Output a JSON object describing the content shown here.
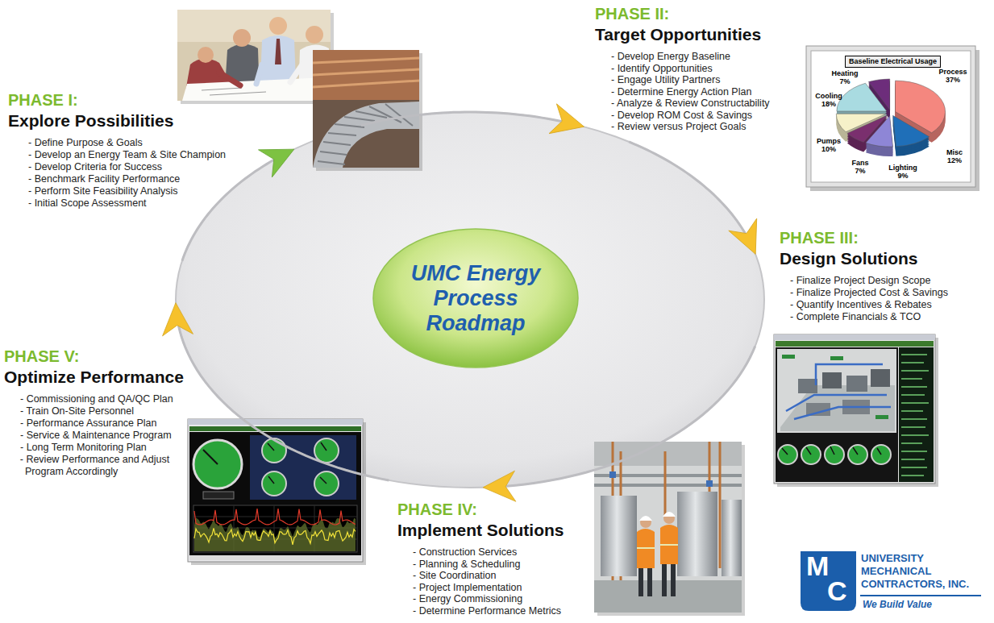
{
  "diagram": {
    "nodes": [
      {
        "text": [
          "PHASE I:",
          "Explore Possibilities",
          "- Define Purpose & Goals",
          "- Develop an Energy Team & Site Champion",
          "- Develop Criteria for Success",
          "- Benchmark Facility Performance",
          "- Perform Site Feasibility Analysis",
          "- Initial Scope Assessment"
        ]
      },
      {
        "text": [
          "PHASE II:",
          "Target Opportunities",
          "- Develop Energy Baseline",
          "- Identify Opportunities",
          "- Engage Utility Partners",
          "- Determine Energy Action Plan",
          "- Analyze & Review Constructability",
          "- Develop ROM Cost & Savings",
          "- Review versus Project Goals"
        ]
      },
      {
        "text": [
          "PHASE III:",
          "Design Solutions",
          "- Finalize Project Design Scope",
          "- Finalize Projected Cost & Savings",
          "- Quantify Incentives & Rebates",
          "- Complete Financials & TCO"
        ]
      },
      {
        "text": [
          "PHASE IV:",
          "Implement Solutions",
          "- Construction Services",
          "- Planning & Scheduling",
          "- Site Coordination",
          "- Project Implementation",
          "- Energy Commissioning",
          "- Determine Performance Metrics"
        ]
      },
      {
        "text": [
          "PHASE V:",
          "Optimize Performance",
          "- Commissioning and QA/QC Plan",
          "- Train On-Site Personnel",
          "- Performance Assurance Plan",
          "- Service & Maintenance Program",
          "- Long Term Monitoring Plan",
          "- Review Performance and Adjust Program Accordingly"
        ]
      },
      {
        "text": [
          "UMC Energy Process Roadmap"
        ]
      }
    ],
    "edges": [
      {
        "from": 0,
        "to": 1,
        "arrow": "to"
      },
      {
        "from": 1,
        "to": 2,
        "arrow": "to"
      },
      {
        "from": 2,
        "to": 3,
        "arrow": "to"
      },
      {
        "from": 3,
        "to": 4,
        "arrow": "to"
      },
      {
        "from": 4,
        "to": 0,
        "arrow": "to"
      }
    ],
    "labels": [
      "Baseline Electrical Usage",
      "Process 37%",
      "Heating 7%",
      "Cooling 18%",
      "Pumps 10%",
      "Fans 7%",
      "Lighting 9%",
      "Misc 12%",
      "M",
      "C",
      "UNIVERSITY MECHANICAL CONTRACTORS, INC.",
      "We Build Value"
    ]
  }
}
